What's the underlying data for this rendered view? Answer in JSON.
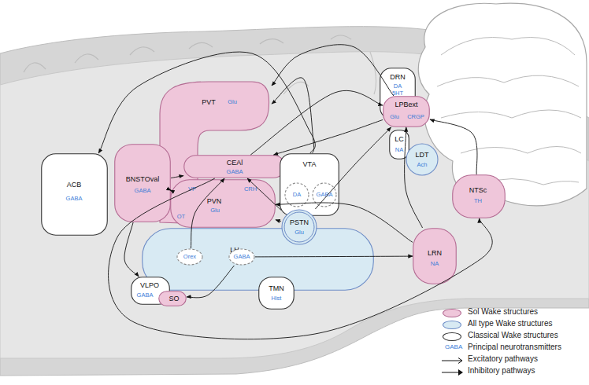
{
  "diagram": {
    "nodes": [
      {
        "text": [
          "PVT",
          "Glu"
        ]
      },
      {
        "text": [
          "ACB",
          "GABA"
        ]
      },
      {
        "text": [
          "BNSTOval",
          "GABA"
        ]
      },
      {
        "text": [
          "CEAl",
          "GABA"
        ]
      },
      {
        "text": [
          "VP",
          "CRH",
          "PVN",
          "Glu",
          "OT"
        ]
      },
      {
        "text": [
          "VTA"
        ]
      },
      {
        "text": [
          "DA"
        ],
        "in": 5
      },
      {
        "text": [
          "GABA"
        ],
        "in": 5
      },
      {
        "text": [
          "DRN",
          "DA",
          "5HT"
        ]
      },
      {
        "text": [
          "LPBext",
          "Glu",
          "CRGP"
        ]
      },
      {
        "text": [
          "LC",
          "NA"
        ]
      },
      {
        "text": [
          "LDT",
          "Ach"
        ]
      },
      {
        "text": [
          "NTSc",
          "TH"
        ]
      },
      {
        "text": [
          "LH"
        ]
      },
      {
        "text": [
          "Orex"
        ],
        "in": 13
      },
      {
        "text": [
          "GABA"
        ],
        "in": 13
      },
      {
        "text": [
          "PSTN",
          "Glu"
        ]
      },
      {
        "text": [
          "TMN",
          "Hist"
        ]
      },
      {
        "text": [
          "LRN",
          "NA"
        ]
      },
      {
        "text": [
          "VLPO",
          "GABA"
        ]
      },
      {
        "text": [
          "SO"
        ]
      }
    ],
    "edges": [
      {
        "from": 9,
        "to": 3,
        "arrow": "to"
      },
      {
        "from": 3,
        "to": 9,
        "arrow": "to"
      },
      {
        "from": 5,
        "to": 1,
        "arrow": "to"
      },
      {
        "from": 5,
        "to": 0,
        "arrow": "to"
      },
      {
        "from": 16,
        "to": 3,
        "arrow": "to"
      },
      {
        "from": 16,
        "to": 9,
        "arrow": "to"
      },
      {
        "from": 16,
        "to": 4,
        "arrow": "to"
      },
      {
        "from": 15,
        "to": 18,
        "arrow": "to"
      },
      {
        "from": 18,
        "to": 4,
        "arrow": "to"
      },
      {
        "from": 18,
        "to": 9,
        "arrow": "to"
      },
      {
        "from": 12,
        "to": 9,
        "arrow": "to"
      },
      {
        "from": 3,
        "to": 12,
        "arrow": "to"
      },
      {
        "from": 2,
        "to": 3,
        "arrow": "to"
      },
      {
        "from": 2,
        "to": 4,
        "arrow": "both"
      },
      {
        "from": 14,
        "to": 3,
        "arrow": "to"
      },
      {
        "from": 15,
        "to": 20,
        "arrow": "to"
      },
      {
        "from": 2,
        "to": 19,
        "arrow": "to"
      },
      {
        "from": 9,
        "to": 0,
        "arrow": "to"
      }
    ],
    "labels": [
      "GABA"
    ],
    "legend": [
      {
        "text": "Sol Wake structures",
        "color": "#efc6da"
      },
      {
        "text": "All type Wake structures",
        "color": "#d8eaf3"
      },
      {
        "text": "Classical Wake structures",
        "color": "#ffffff"
      },
      {
        "text": "Principal neurotransmitters"
      },
      {
        "text": "Excitatory pathways"
      },
      {
        "text": "Inhibitory pathways"
      }
    ]
  }
}
